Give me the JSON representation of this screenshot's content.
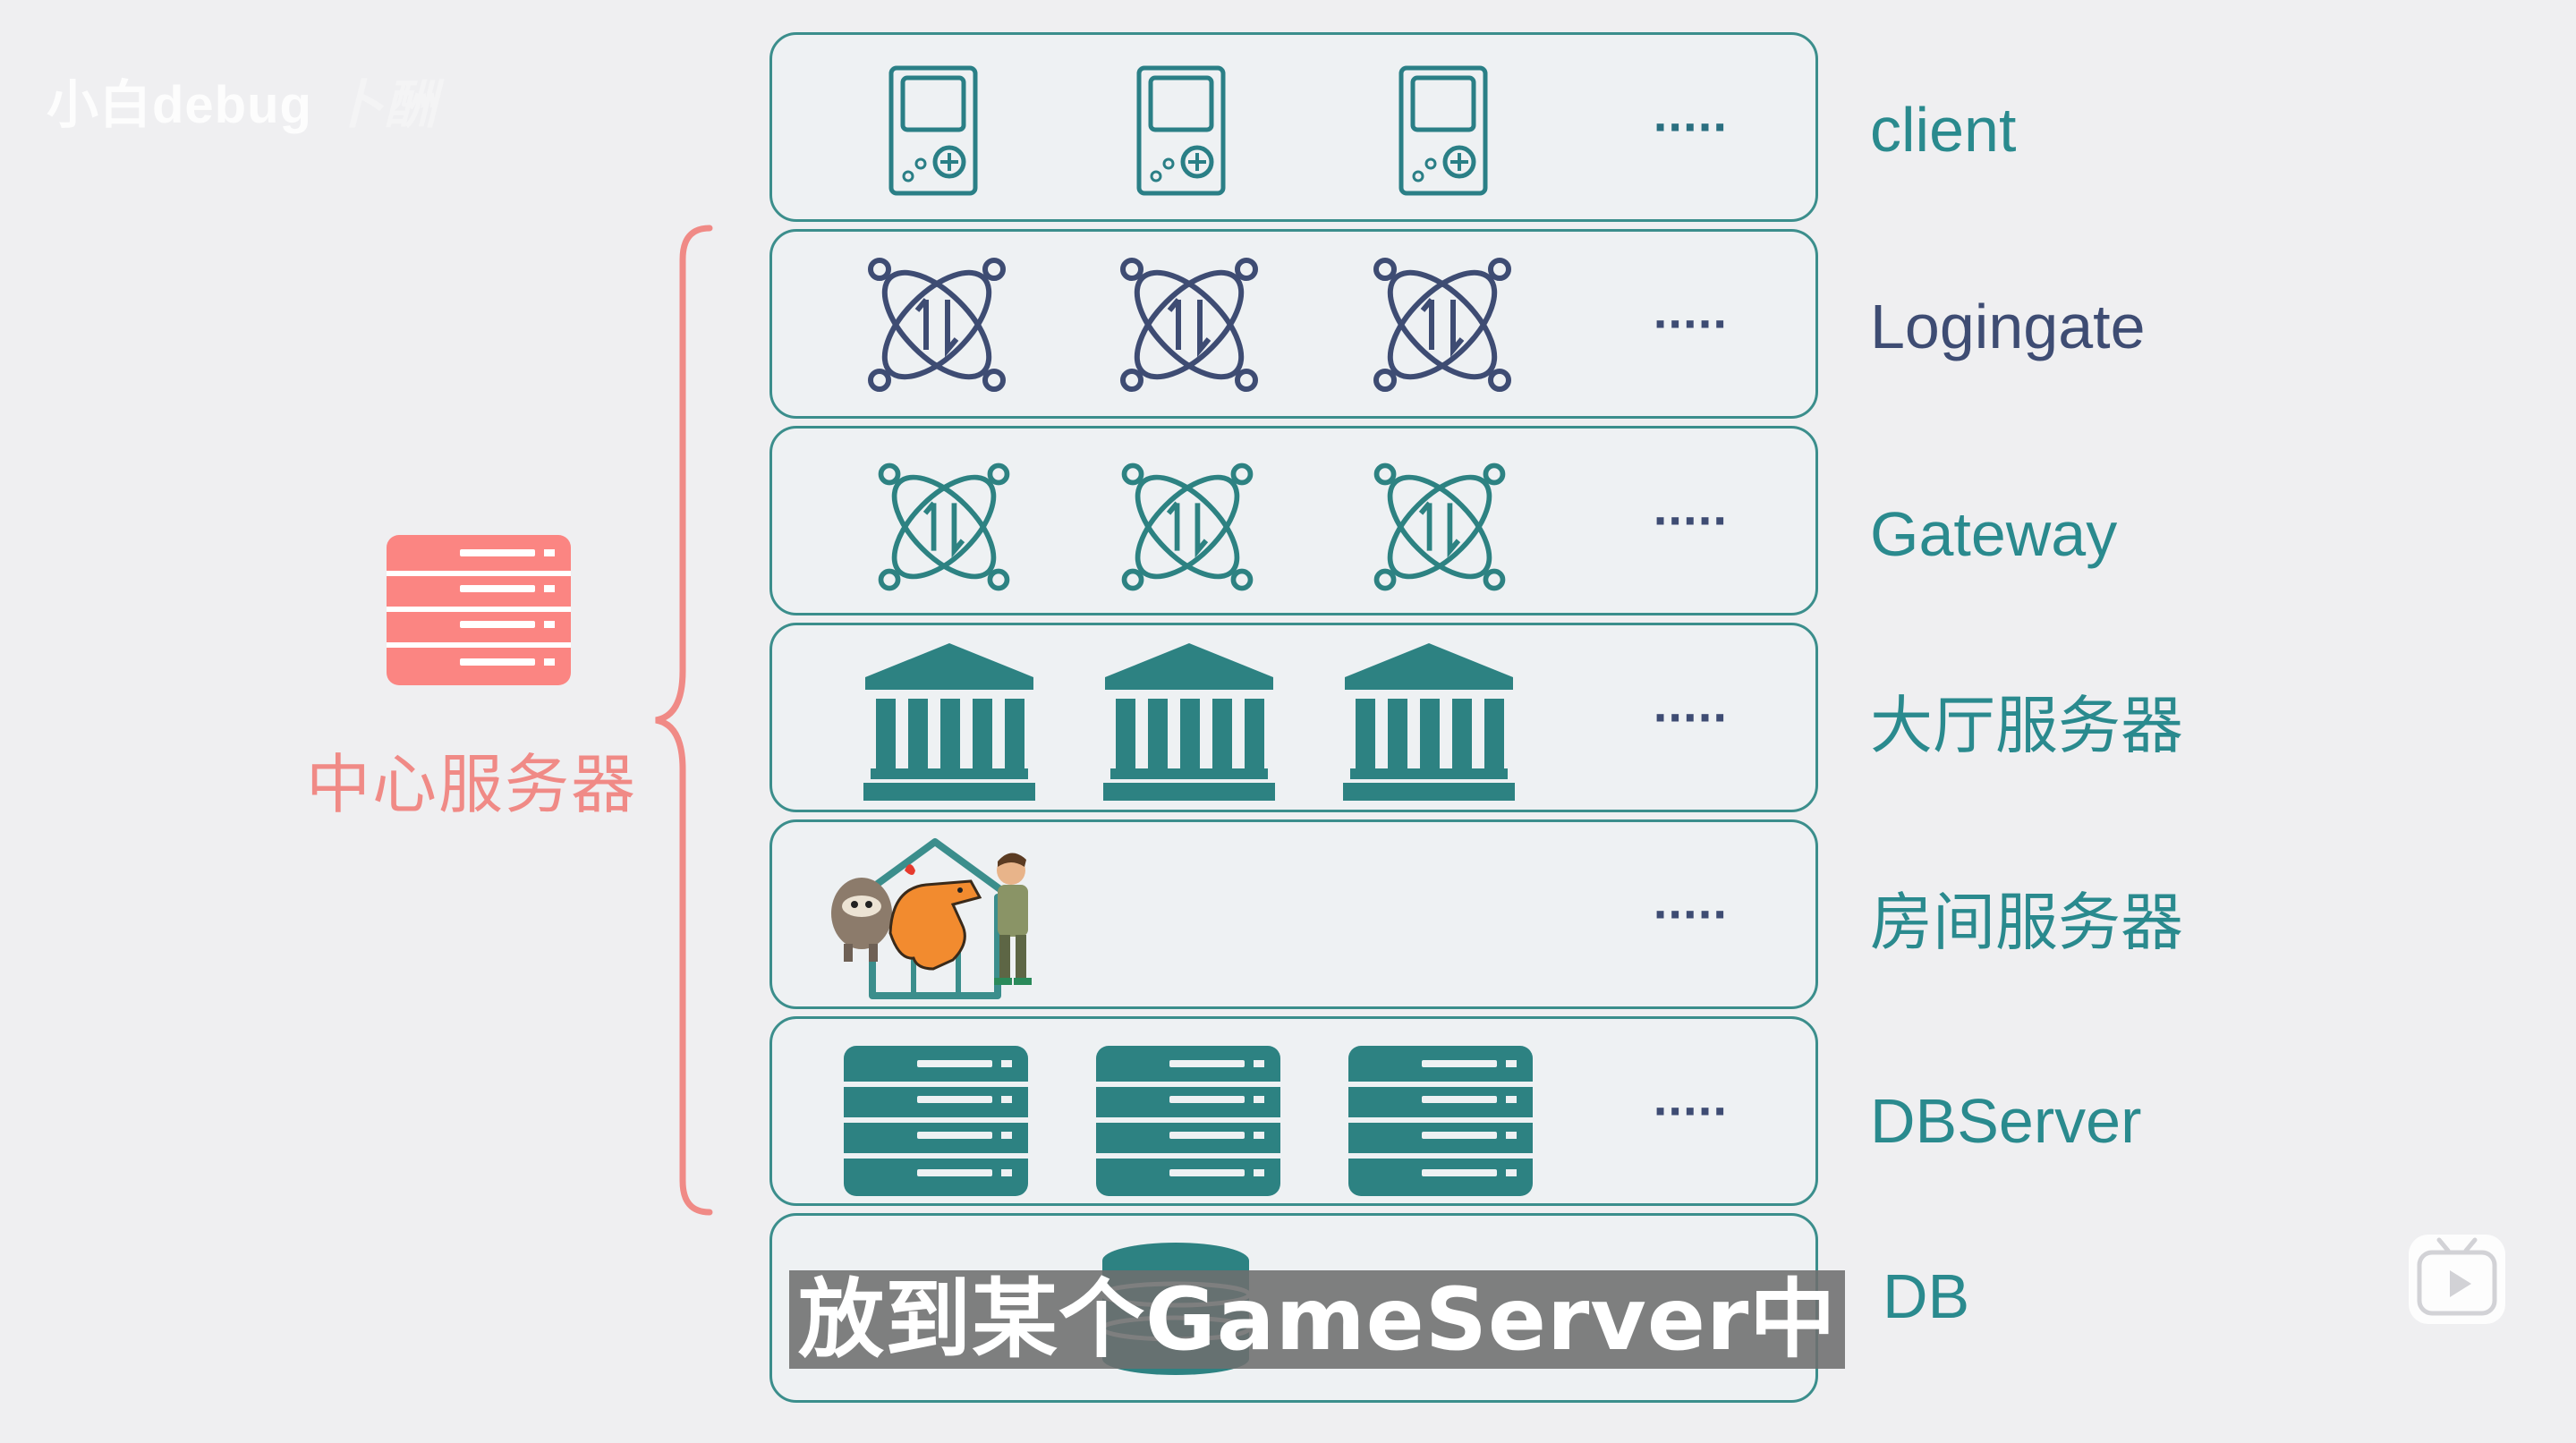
{
  "watermark": {
    "brand": "小白debug",
    "ghost": "卜酬 "
  },
  "layers": [
    {
      "label": "client",
      "dots": "·····",
      "label_color": "#2a8a8e",
      "dots_color": "#2a6f80"
    },
    {
      "label": "Logingate",
      "dots": "·····",
      "label_color": "#3e4c73",
      "dots_color": "#3e4c73"
    },
    {
      "label": "Gateway",
      "dots": "·····",
      "label_color": "#2a8a8e",
      "dots_color": "#3e4c73"
    },
    {
      "label": "大厅服务器",
      "dots": "·····",
      "label_color": "#2a8a8e",
      "dots_color": "#3e4c73"
    },
    {
      "label": "房间服务器",
      "dots": "·····",
      "label_color": "#2a8a8e",
      "dots_color": "#3e4c73"
    },
    {
      "label": "DBServer",
      "dots": "·····",
      "label_color": "#2a8a8e",
      "dots_color": "#3e4c73"
    },
    {
      "label": "DB",
      "label_color": "#2a8a8e"
    }
  ],
  "center": {
    "label": "中心服务器",
    "color": "#f08a86"
  },
  "caption": "放到某个GameServer中",
  "colors": {
    "teal": "#2d8282",
    "navy": "#3e4c73",
    "border": "#3b8e8c",
    "salmon": "#f08a86"
  }
}
